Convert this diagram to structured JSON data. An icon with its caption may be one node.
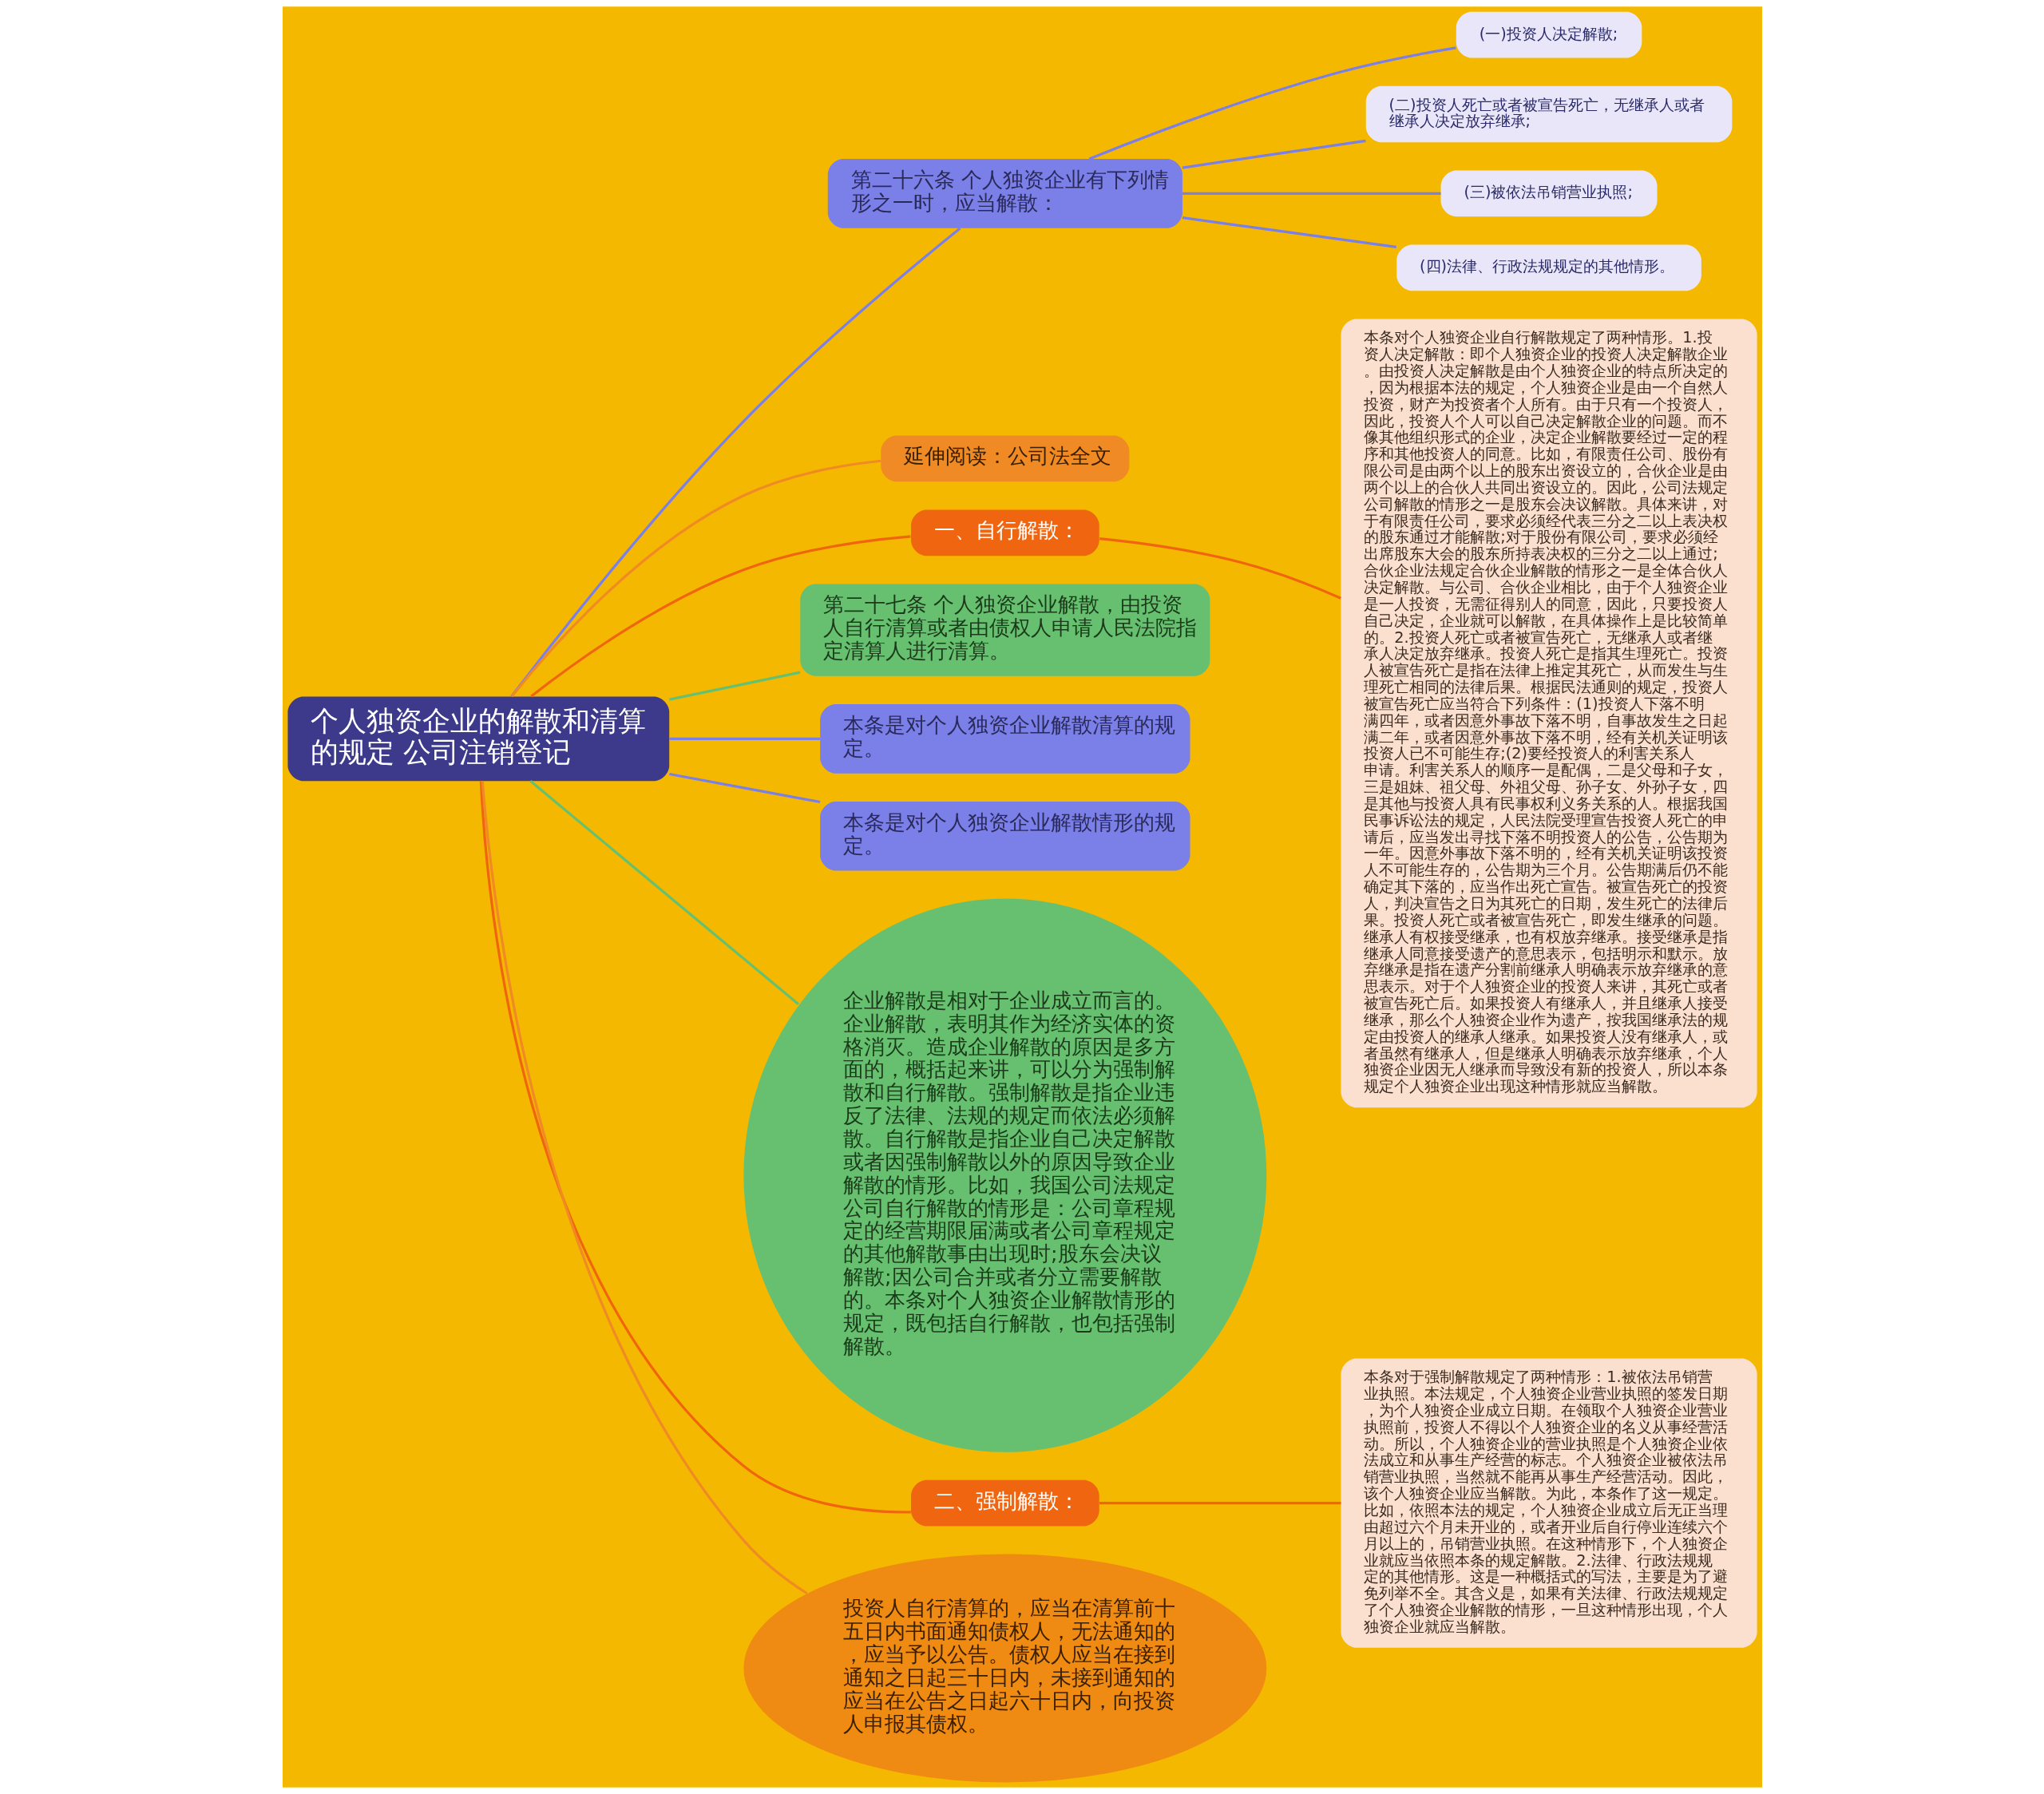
{
  "diagram": {
    "nodes": [
      {
        "text": [
          "个人独资企业的解散和清算的规定 公司注销登记"
        ]
      },
      {
        "text": [
          "第二十六条 个人独资企业有下列情形之一时，应当解散："
        ]
      },
      {
        "text": [
          "(一)投资人决定解散;"
        ]
      },
      {
        "text": [
          "(二)投资人死亡或者被宣告死亡，无继承人或者继承人决定放弃继承;"
        ]
      },
      {
        "text": [
          "(三)被依法吊销营业执照;"
        ]
      },
      {
        "text": [
          "(四)法律、行政法规规定的其他情形。"
        ]
      },
      {
        "text": [
          "延伸阅读：公司法全文"
        ]
      },
      {
        "text": [
          "一、自行解散："
        ]
      },
      {
        "text": [
          "本条对个人独资企业自行解散规定了两种情形。1.投资人决定解散：即个人独资企业的投资人决定解散企业。由投资人决定解散是由个人独资企业的特点所决定的，因为根据本法的规定，个人独资企业是由一个自然人投资，财产为投资者个人所有。由于只有一个投资人，因此，投资人个人可以自己决定解散企业的问题。而不像其他组织形式的企业，决定企业解散要经过一定的程序和其他投资人的同意。比如，有限责任公司、股份有限公司是由两个以上的股东出资设立的，合伙企业是由两个以上的合伙人共同出资设立的。因此，公司法规定公司解散的情形之一是股东会决议解散。具体来讲，对于有限责任公司，要求必须经代表三分之二以上表决权的股东通过才能解散;对于股份有限公司，要求必须经出席股东大会的股东所持表决权的三分之二以上通过;合伙企业法规定合伙企业解散的情形之一是全体合伙人决定解散。与公司、合伙企业相比，由于个人独资企业是一人投资，无需征得别人的同意，因此，只要投资人自己决定，企业就可以解散，在具体操作上是比较简单的。2.投资人死亡或者被宣告死亡，无继承人或者继承人决定放弃继承。投资人死亡是指其生理死亡。投资人被宣告死亡是指在法律上推定其死亡，从而发生与生理死亡相同的法律后果。根据民法通则的规定，投资人被宣告死亡应当符合下列条件：(1)投资人下落不明满四年，或者因意外事故下落不明，自事故发生之日起满二年，或者因意外事故下落不明，经有关机关证明该投资人已不可能生存;(2)要经投资人的利害关系人申请。利害关系人的顺序一是配偶，二是父母和子女，三是姐妹、祖父母、外祖父母、孙子女、外孙子女，四是其他与投资人具有民事权利义务关系的人。根据我国民事诉讼法的规定，人民法院受理宣告投资人死亡的申请后，应当发出寻找下落不明投资人的公告，公告期为一年。因意外事故下落不明的，经有关机关证明该投资人不可能生存的，公告期为三个月。公告期满后仍不能确定其下落的，应当作出死亡宣告。被宣告死亡的投资人，判决宣告之日为其死亡的日期，发生死亡的法律后果。投资人死亡或者被宣告死亡，即发生继承的问题。继承人有权接受继承，也有权放弃继承。接受继承是指继承人同意接受遗产的意思表示，包括明示和默示。放弃继承是指在遗产分割前继承人明确表示放弃继承的意思表示。对于个人独资企业的投资人来讲，其死亡或者被宣告死亡后。如果投资人有继承人，并且继承人接受继承，那么个人独资企业作为遗产，按我国继承法的规定由投资人的继承人继承。如果投资人没有继承人，或者虽然有继承人，但是继承人明确表示放弃继承，个人独资企业因无人继承而导致没有新的投资人，所以本条规定个人独资企业出现这种情形就应当解散。"
        ]
      },
      {
        "text": [
          "第二十七条 个人独资企业解散，由投资人自行清算或者由债权人申请人民法院指定清算人进行清算。"
        ]
      },
      {
        "text": [
          "本条是对个人独资企业解散清算的规定。"
        ]
      },
      {
        "text": [
          "本条是对个人独资企业解散情形的规定。"
        ]
      },
      {
        "text": [
          "企业解散是相对于企业成立而言的。企业解散，表明其作为经济实体的资格消灭。造成企业解散的原因是多方面的，概括起来讲，可以分为强制解散和自行解散。强制解散是指企业违反了法律、法规的规定而依法必须解散。自行解散是指企业自己决定解散或者因强制解散以外的原因导致企业解散的情形。比如，我国公司法规定公司自行解散的情形是：公司章程规定的经营期限届满或者公司章程规定的其他解散事由出现时;股东会决议解散;因公司合并或者分立需要解散的。本条对个人独资企业解散情形的规定，既包括自行解散，也包括强制解散。"
        ]
      },
      {
        "text": [
          "二、强制解散："
        ]
      },
      {
        "text": [
          "本条对于强制解散规定了两种情形：1.被依法吊销营业执照。本法规定，个人独资企业营业执照的签发日期，为个人独资企业成立日期。在领取个人独资企业营业执照前，投资人不得以个人独资企业的名义从事经营活动。所以，个人独资企业的营业执照是个人独资企业依法成立和从事生产经营的标志。个人独资企业被依法吊销营业执照，当然就不能再从事生产经营活动。因此，该个人独资企业应当解散。为此，本条作了这一规定。比如，依照本法的规定，个人独资企业成立后无正当理由超过六个月未开业的，或者开业后自行停业连续六个月以上的，吊销营业执照。在这种情形下，个人独资企业就应当依照本条的规定解散。2.法律、行政法规规定的其他情形。这是一种概括式的写法，主要是为了避免列举不全。其含义是，如果有关法律、行政法规规定了个人独资企业解散的情形，一旦这种情形出现，个人独资企业就应当解散。"
        ]
      },
      {
        "text": [
          "投资人自行清算的，应当在清算前十五日内书面通知债权人，无法通知的，应当予以公告。债权人应当在接到通知之日起三十日内，未接到通知的应当在公告之日起六十日内，向投资人申报其债权。"
        ]
      }
    ],
    "edges": [
      {
        "from": 0,
        "to": 1,
        "arrow": "none",
        "color": "#7b7fe8"
      },
      {
        "from": 1,
        "to": 2,
        "arrow": "none",
        "color": "#7b7fe8"
      },
      {
        "from": 1,
        "to": 3,
        "arrow": "none",
        "color": "#7b7fe8"
      },
      {
        "from": 1,
        "to": 4,
        "arrow": "none",
        "color": "#7b7fe8"
      },
      {
        "from": 1,
        "to": 5,
        "arrow": "none",
        "color": "#7b7fe8"
      },
      {
        "from": 0,
        "to": 6,
        "arrow": "none",
        "color": "#f08a24"
      },
      {
        "from": 0,
        "to": 7,
        "arrow": "none",
        "color": "#f0650f"
      },
      {
        "from": 7,
        "to": 8,
        "arrow": "none",
        "color": "#f0650f"
      },
      {
        "from": 0,
        "to": 9,
        "arrow": "none",
        "color": "#66c070"
      },
      {
        "from": 0,
        "to": 10,
        "arrow": "none",
        "color": "#7b7fe8"
      },
      {
        "from": 0,
        "to": 11,
        "arrow": "none",
        "color": "#7b7fe8"
      },
      {
        "from": 0,
        "to": 12,
        "arrow": "none",
        "color": "#66c070"
      },
      {
        "from": 0,
        "to": 13,
        "arrow": "none",
        "color": "#f0650f"
      },
      {
        "from": 13,
        "to": 14,
        "arrow": "none",
        "color": "#f0650f"
      },
      {
        "from": 0,
        "to": 15,
        "arrow": "none",
        "color": "#f08a24"
      }
    ]
  }
}
